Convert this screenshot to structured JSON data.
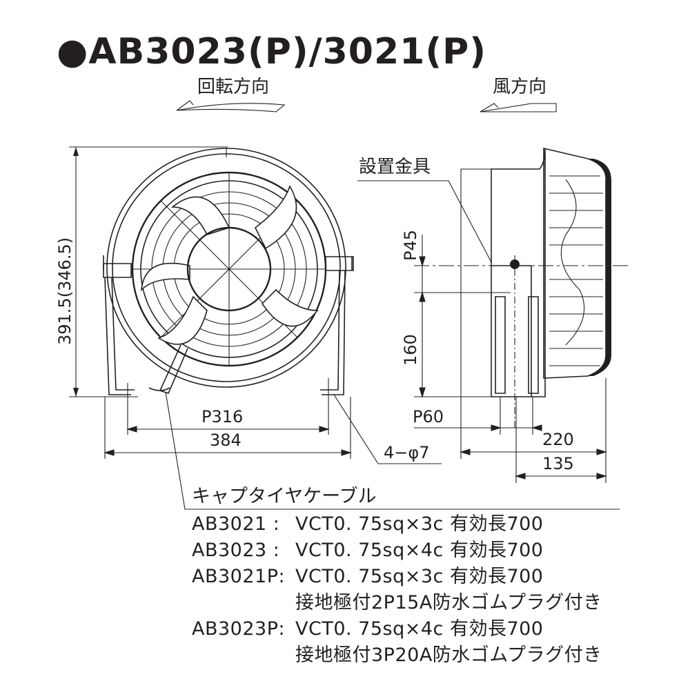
{
  "title": "●AB3023(P)/3021(P)",
  "rotation_label": "回転方向",
  "wind_label": "風方向",
  "mount_label": "設置金具",
  "dims": {
    "height": "391.5(346.5)",
    "pitch_w": "P316",
    "width": "384",
    "holes": "4−φ7",
    "p45": "P45",
    "d160": "160",
    "p60": "P60",
    "d220": "220",
    "d135": "135"
  },
  "cable_label": "キャプタイヤケーブル",
  "specs": [
    {
      "model": "AB3021 :",
      "desc": "VCT0. 75sq×3c 有効長700"
    },
    {
      "model": "AB3023 :",
      "desc": "VCT0. 75sq×4c 有効長700"
    },
    {
      "model": "AB3021P:",
      "desc": "VCT0. 75sq×3c 有効長700"
    },
    {
      "model": "",
      "desc": "接地極付2P15A防水ゴムプラグ付き"
    },
    {
      "model": "AB3023P:",
      "desc": "VCT0. 75sq×4c 有効長700"
    },
    {
      "model": "",
      "desc": "接地極付3P20A防水ゴムプラグ付き"
    }
  ]
}
